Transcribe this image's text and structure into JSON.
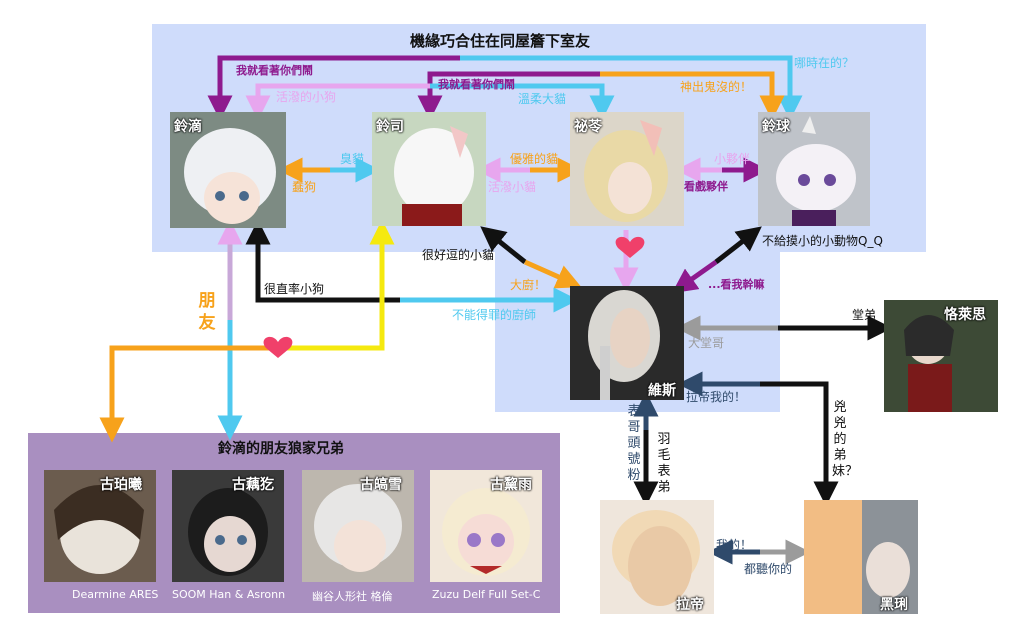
{
  "title": "機緣巧合住在同屋簷下室友",
  "characters": {
    "lingdi": "鈴滴",
    "lingsi": "鈴司",
    "biling": "祕苓",
    "lingqiu": "鈴球",
    "weisi": "維斯",
    "gelaisi": "恪萊思",
    "ladi": "拉帝",
    "heili": "黑琍"
  },
  "friends": {
    "title": "鈴滴的朋友狼家兄弟",
    "members": [
      {
        "name": "古珀曦",
        "credit": "Dearmine ARES"
      },
      {
        "name": "古藕犵",
        "credit": "SOOM Han & Asronn"
      },
      {
        "name": "古皜雪",
        "credit": "幽谷人形社 格倫"
      },
      {
        "name": "古黧雨",
        "credit": "Zuzu Delf Full Set-C"
      }
    ]
  },
  "labels": {
    "watching_you_fight_1": "我就看著你們鬧",
    "watching_you_fight_2": "我就看著你們鬧",
    "when_there": "哪時在的？",
    "lively_puppy": "活潑的小狗",
    "gentle_kitty": "溫柔大貓",
    "sneaky": "神出鬼沒的！",
    "smelly_cat": "臭貓",
    "dumb_dog": "蠢狗",
    "elegant_cat": "優雅的貓",
    "lively_kitten": "活潑小貓",
    "little_buddy": "小夥伴",
    "watch_buddy": "看戲夥伴",
    "no_touch": "不給摸小的小動物Q_Q",
    "funny_kitten": "很好逗的小貓",
    "big_chef": "大廚！",
    "why_look": "...看我幹嘛",
    "honest_puppy": "很直率小狗",
    "chef_not_offend": "不能得罪的廚師",
    "friend": "朋友",
    "cousin_younger": "堂弟",
    "cousin_elder": "大堂哥",
    "ladi_mine": "拉帝我的！",
    "cousin_fan": "表哥頭號粉",
    "feather_cousin": "羽毛表弟",
    "his_siblings": "兇兇的弟妹？",
    "mine": "我的！",
    "obey_you": "都聽你的"
  },
  "colors": {
    "room_bg": "#cfdcfb",
    "friends_bg": "#a98fc0",
    "purple": "#8e1a8e",
    "cyan": "#4fc9ef",
    "orange": "#f7a21b",
    "pink": "#e7a6ee",
    "black": "#111111",
    "gray": "#9b9b9b",
    "navy": "#2f4a6b",
    "yellow": "#f5e90f",
    "heart": "#f0406a"
  }
}
